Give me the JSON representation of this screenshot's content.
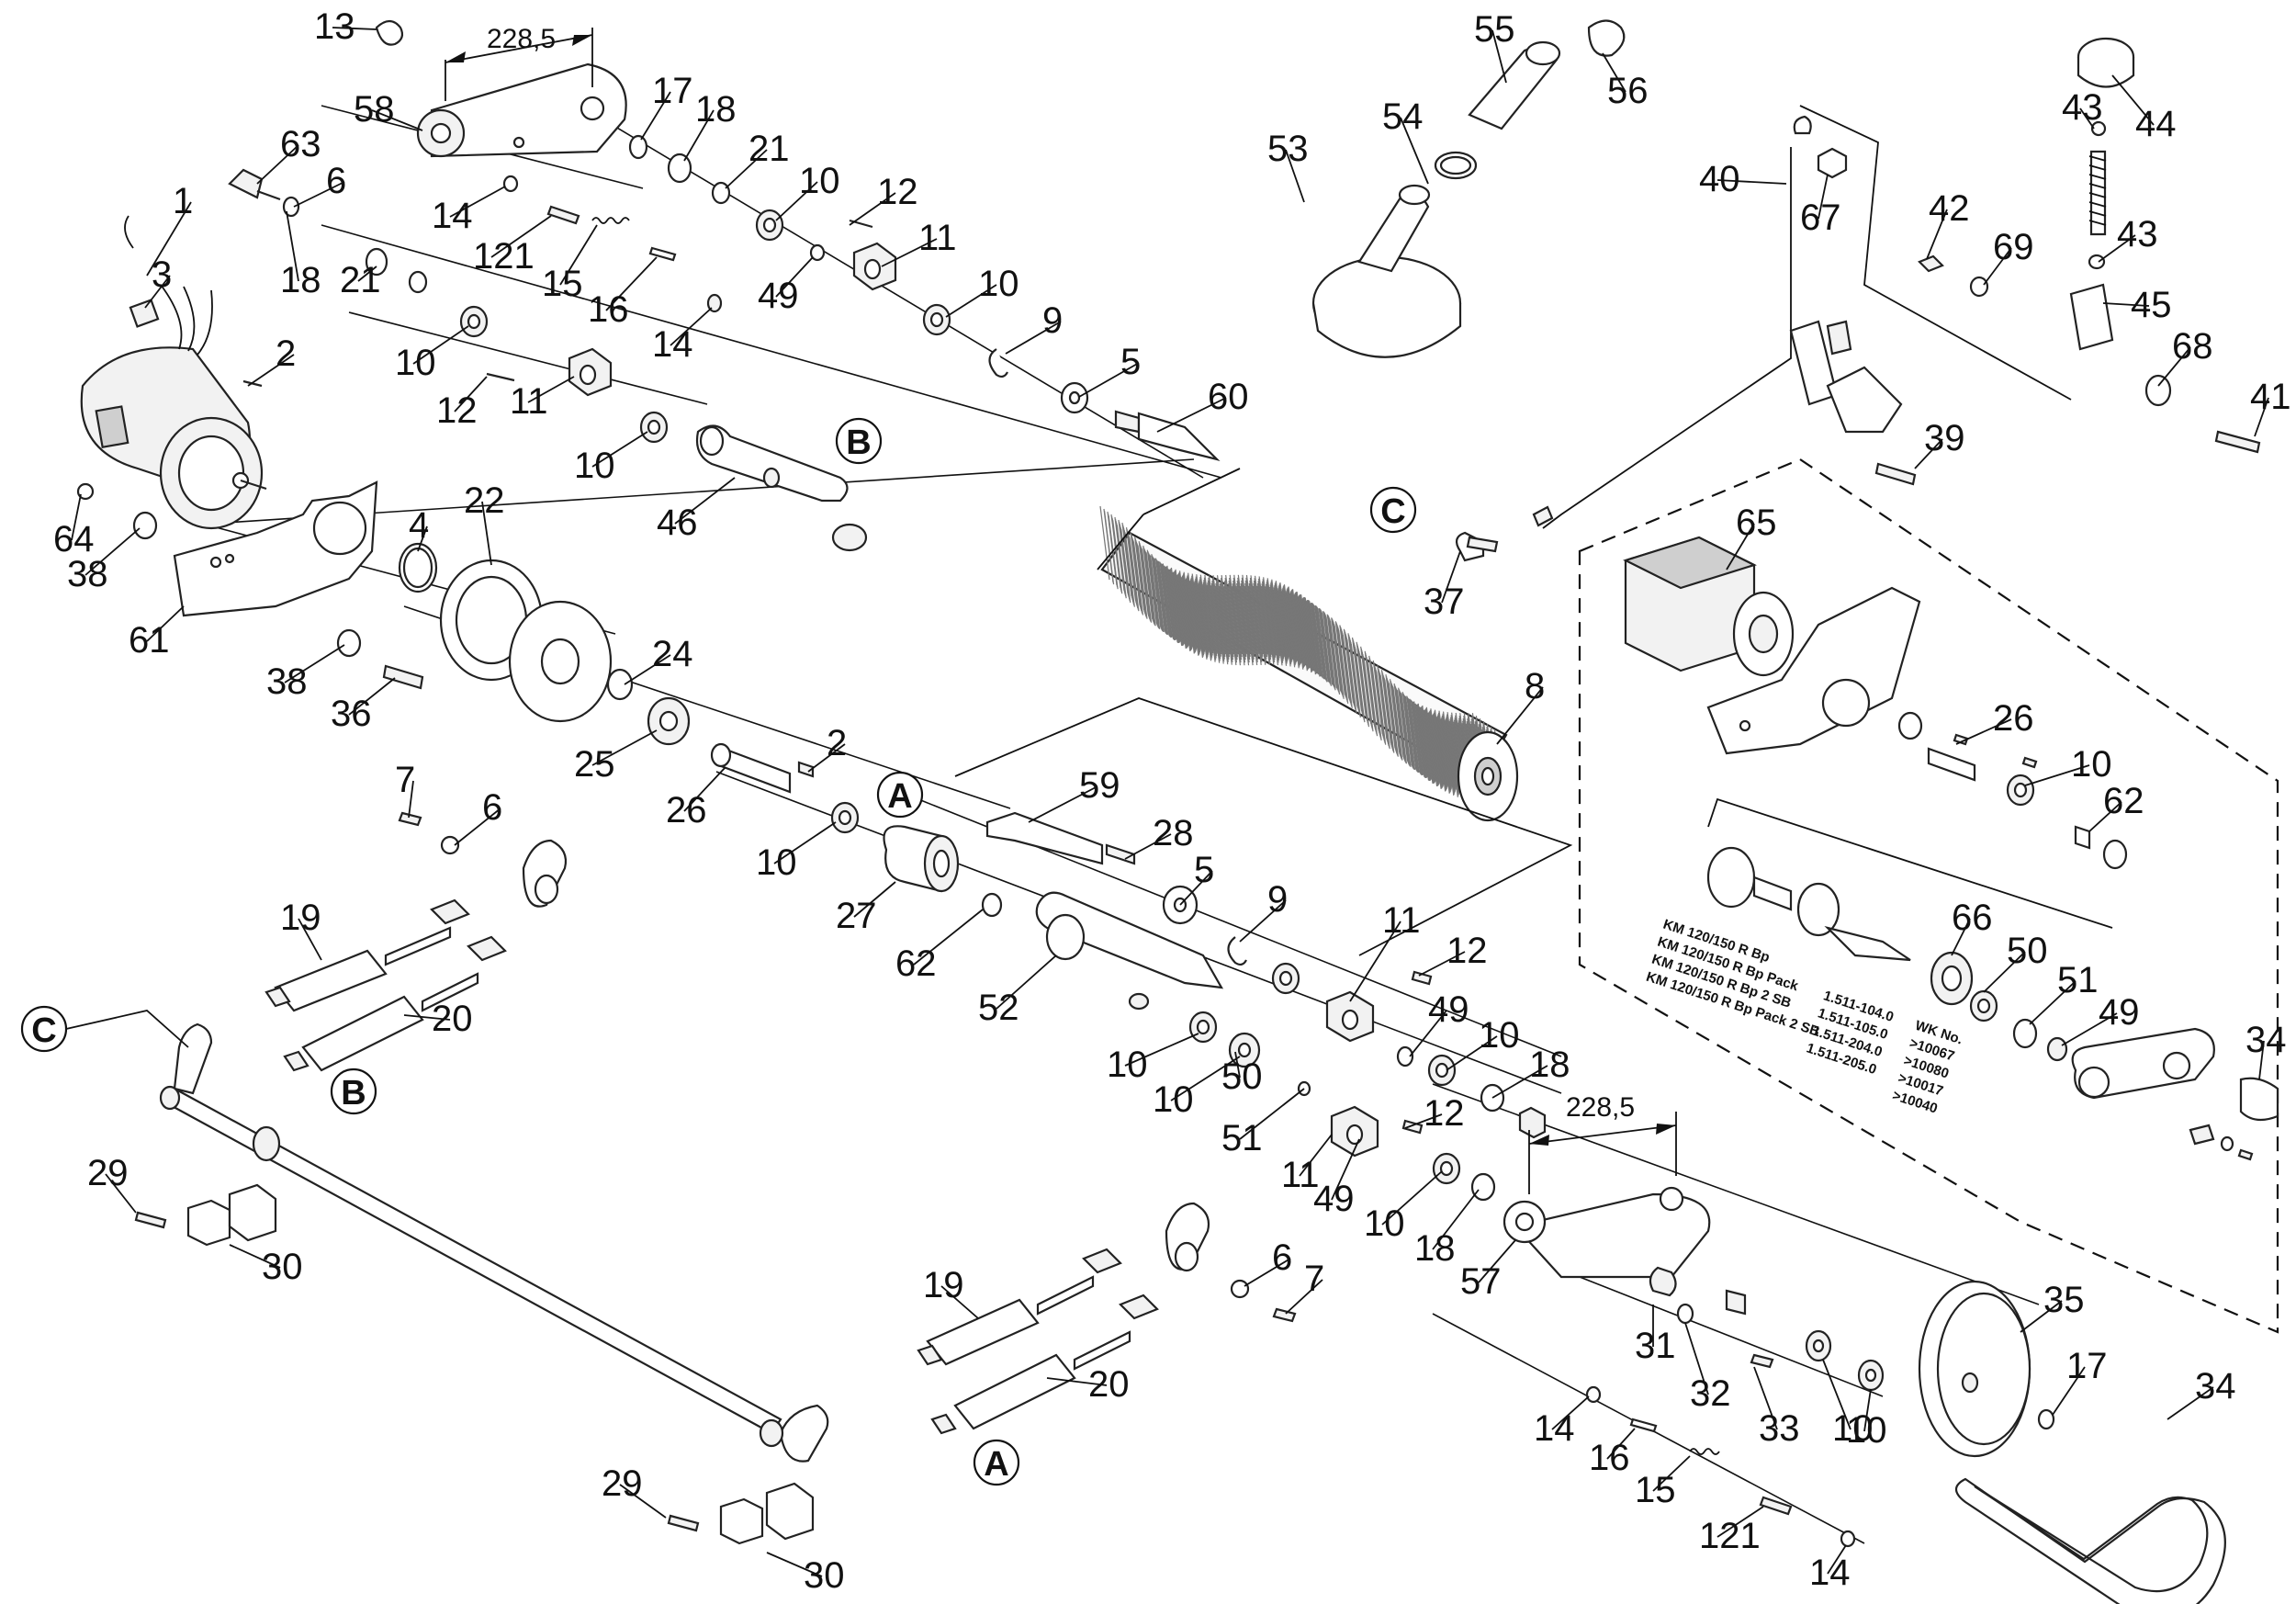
{
  "labels": [
    {
      "id": "l13",
      "text": "13"
    },
    {
      "id": "l58",
      "text": "58"
    },
    {
      "id": "l17a",
      "text": "17"
    },
    {
      "id": "l18a",
      "text": "18"
    },
    {
      "id": "l21a",
      "text": "21"
    },
    {
      "id": "l10a",
      "text": "10"
    },
    {
      "id": "l12a",
      "text": "12"
    },
    {
      "id": "l11a",
      "text": "11"
    },
    {
      "id": "l49a",
      "text": "49"
    },
    {
      "id": "l10b",
      "text": "10"
    },
    {
      "id": "l9a",
      "text": "9"
    },
    {
      "id": "l5a",
      "text": "5"
    },
    {
      "id": "l60",
      "text": "60"
    },
    {
      "id": "l63",
      "text": "63"
    },
    {
      "id": "l6a",
      "text": "6"
    },
    {
      "id": "l1",
      "text": "1"
    },
    {
      "id": "l3",
      "text": "3"
    },
    {
      "id": "l2a",
      "text": "2"
    },
    {
      "id": "l14a",
      "text": "14"
    },
    {
      "id": "l121a",
      "text": "121"
    },
    {
      "id": "l15a",
      "text": "15"
    },
    {
      "id": "l16a",
      "text": "16"
    },
    {
      "id": "l14b",
      "text": "14"
    },
    {
      "id": "l18b",
      "text": "18"
    },
    {
      "id": "l21b",
      "text": "21"
    },
    {
      "id": "l10c",
      "text": "10"
    },
    {
      "id": "l12b",
      "text": "12"
    },
    {
      "id": "l11b",
      "text": "11"
    },
    {
      "id": "l10d",
      "text": "10"
    },
    {
      "id": "l46",
      "text": "46"
    },
    {
      "id": "l64",
      "text": "64"
    },
    {
      "id": "l38a",
      "text": "38"
    },
    {
      "id": "l4",
      "text": "4"
    },
    {
      "id": "l22",
      "text": "22"
    },
    {
      "id": "l61",
      "text": "61"
    },
    {
      "id": "l38b",
      "text": "38"
    },
    {
      "id": "l36",
      "text": "36"
    },
    {
      "id": "l24",
      "text": "24"
    },
    {
      "id": "l25",
      "text": "25"
    },
    {
      "id": "l26a",
      "text": "26"
    },
    {
      "id": "l2b",
      "text": "2"
    },
    {
      "id": "l10e",
      "text": "10"
    },
    {
      "id": "l27",
      "text": "27"
    },
    {
      "id": "l59",
      "text": "59"
    },
    {
      "id": "l28",
      "text": "28"
    },
    {
      "id": "l5b",
      "text": "5"
    },
    {
      "id": "l9b",
      "text": "9"
    },
    {
      "id": "l62a",
      "text": "62"
    },
    {
      "id": "l52",
      "text": "52"
    },
    {
      "id": "l10f",
      "text": "10"
    },
    {
      "id": "l11c",
      "text": "11"
    },
    {
      "id": "l12c",
      "text": "12"
    },
    {
      "id": "l49b",
      "text": "49"
    },
    {
      "id": "l10g",
      "text": "10"
    },
    {
      "id": "l18c",
      "text": "18"
    },
    {
      "id": "l10h",
      "text": "10"
    },
    {
      "id": "l50a",
      "text": "50"
    },
    {
      "id": "l51a",
      "text": "51"
    },
    {
      "id": "l11d",
      "text": "11"
    },
    {
      "id": "l12d",
      "text": "12"
    },
    {
      "id": "l49c",
      "text": "49"
    },
    {
      "id": "l10i",
      "text": "10"
    },
    {
      "id": "l18d",
      "text": "18"
    },
    {
      "id": "l57",
      "text": "57"
    },
    {
      "id": "l7a",
      "text": "7"
    },
    {
      "id": "l6b",
      "text": "6"
    },
    {
      "id": "l19a",
      "text": "19"
    },
    {
      "id": "l20a",
      "text": "20"
    },
    {
      "id": "l29a",
      "text": "29"
    },
    {
      "id": "l30a",
      "text": "30"
    },
    {
      "id": "l19b",
      "text": "19"
    },
    {
      "id": "l20b",
      "text": "20"
    },
    {
      "id": "l6c",
      "text": "6"
    },
    {
      "id": "l7b",
      "text": "7"
    },
    {
      "id": "l29b",
      "text": "29"
    },
    {
      "id": "l30b",
      "text": "30"
    },
    {
      "id": "l55",
      "text": "55"
    },
    {
      "id": "l56",
      "text": "56"
    },
    {
      "id": "l53",
      "text": "53"
    },
    {
      "id": "l54",
      "text": "54"
    },
    {
      "id": "l43a",
      "text": "43"
    },
    {
      "id": "l44",
      "text": "44"
    },
    {
      "id": "l40",
      "text": "40"
    },
    {
      "id": "l67",
      "text": "67"
    },
    {
      "id": "l42",
      "text": "42"
    },
    {
      "id": "l69",
      "text": "69"
    },
    {
      "id": "l43b",
      "text": "43"
    },
    {
      "id": "l45",
      "text": "45"
    },
    {
      "id": "l68",
      "text": "68"
    },
    {
      "id": "l41",
      "text": "41"
    },
    {
      "id": "l39",
      "text": "39"
    },
    {
      "id": "l37",
      "text": "37"
    },
    {
      "id": "l8",
      "text": "8"
    },
    {
      "id": "l65",
      "text": "65"
    },
    {
      "id": "l26b",
      "text": "26"
    },
    {
      "id": "l10j",
      "text": "10"
    },
    {
      "id": "l62b",
      "text": "62"
    },
    {
      "id": "l66",
      "text": "66"
    },
    {
      "id": "l50b",
      "text": "50"
    },
    {
      "id": "l51b",
      "text": "51"
    },
    {
      "id": "l49d",
      "text": "49"
    },
    {
      "id": "l34a",
      "text": "34"
    },
    {
      "id": "l31",
      "text": "31"
    },
    {
      "id": "l32",
      "text": "32"
    },
    {
      "id": "l33",
      "text": "33"
    },
    {
      "id": "l10k",
      "text": "10"
    },
    {
      "id": "l10l",
      "text": "10"
    },
    {
      "id": "l35",
      "text": "35"
    },
    {
      "id": "l17b",
      "text": "17"
    },
    {
      "id": "l34b",
      "text": "34"
    },
    {
      "id": "l14c",
      "text": "14"
    },
    {
      "id": "l16b",
      "text": "16"
    },
    {
      "id": "l15b",
      "text": "15"
    },
    {
      "id": "l121b",
      "text": "121"
    },
    {
      "id": "l14d",
      "text": "14"
    }
  ],
  "dimensions": {
    "top": "228,5",
    "bottom": "228,5"
  },
  "callouts": {
    "a1": "A",
    "a2": "A",
    "b1": "B",
    "b2": "B",
    "c1": "C",
    "c2": "C"
  },
  "variant_table": {
    "models": [
      "KM 120/150 R Bp",
      "KM 120/150 R Bp Pack",
      "KM 120/150 R Bp 2 SB",
      "KM 120/150 R Bp Pack 2 SB"
    ],
    "part_numbers": [
      "1.511-104.0",
      "1.511-105.0",
      "1.511-204.0",
      "1.511-205.0"
    ],
    "wk_header": "WK No.",
    "wk_numbers": [
      ">10067",
      ">10080",
      ">10017",
      ">10040"
    ]
  }
}
